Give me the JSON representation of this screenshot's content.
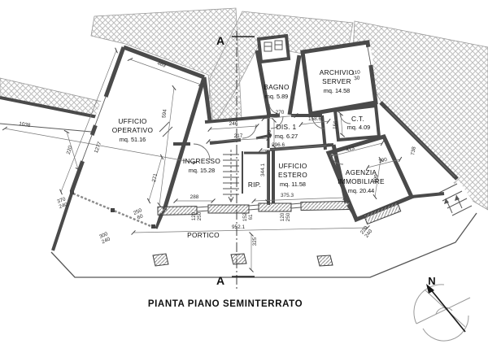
{
  "colors": {
    "background": "#ffffff",
    "wall": "#4a4a4a",
    "ground_hatch": "#bdbdbd",
    "dim_text": "#2b2b2b"
  },
  "plan": {
    "title": "PIANTA PIANO SEMINTERRATO",
    "section_label": "A",
    "north_label": "N"
  },
  "rooms": {
    "ufficio_operativo": {
      "name_line1": "UFFICIO",
      "name_line2": "OPERATIVO",
      "area": "mq. 51.16"
    },
    "ingresso": {
      "name_line1": "INGRESSO",
      "area": "mq. 15.28"
    },
    "ripostiglio": {
      "name_line1": "RIP."
    },
    "bagno": {
      "name_line1": "BAGNO",
      "area": "mq. 5.89"
    },
    "archivio_server": {
      "name_line1": "ARCHIVIO",
      "name_line2": "SERVER",
      "area": "mq. 14.58"
    },
    "disimpegno": {
      "name_line1": "DIS. 1",
      "area": "mq. 6.27"
    },
    "centrale_termica": {
      "name_line1": "C.T.",
      "area": "mq. 4.09"
    },
    "ufficio_estero": {
      "name_line1": "UFFICIO",
      "name_line2": "ESTERO",
      "area": "mq. 11.58"
    },
    "agenzia_immobiliare": {
      "name_line1": "AGENZIA",
      "name_line2": "IMMOBILIARE",
      "area": "mq. 20.44"
    },
    "portico": {
      "name_line1": "PORTICO"
    }
  },
  "dimensions": {
    "d469": "469",
    "d594": "594",
    "d1277": "1277",
    "d1038": "1038",
    "d220": "220",
    "d271": "271",
    "d288": "288",
    "d952_1": "952.1",
    "d325": "325",
    "d375_3": "375.3",
    "d217": "217",
    "d246": "246",
    "d270": "270",
    "d140": "140",
    "d296_6": "296.6",
    "d344_1": "344.1",
    "d158_6": "158.6",
    "d156": "156",
    "d413": "413",
    "d190": "190",
    "d738": "738",
    "d499": "499",
    "pair_370_240": {
      "a": "370",
      "b": "240"
    },
    "pair_300_240": {
      "a": "300",
      "b": "240"
    },
    "pair_250_60": {
      "a": "250",
      "b": "60"
    },
    "pair_120_250_left": {
      "a": "120",
      "b": "250"
    },
    "pair_152_61": {
      "a": "152",
      "b": "61"
    },
    "pair_120_250_right": {
      "a": "120",
      "b": "250"
    },
    "pair_110_30": {
      "a": "110",
      "b": "30"
    },
    "pair_220_240": {
      "a": "220",
      "b": "240"
    }
  }
}
